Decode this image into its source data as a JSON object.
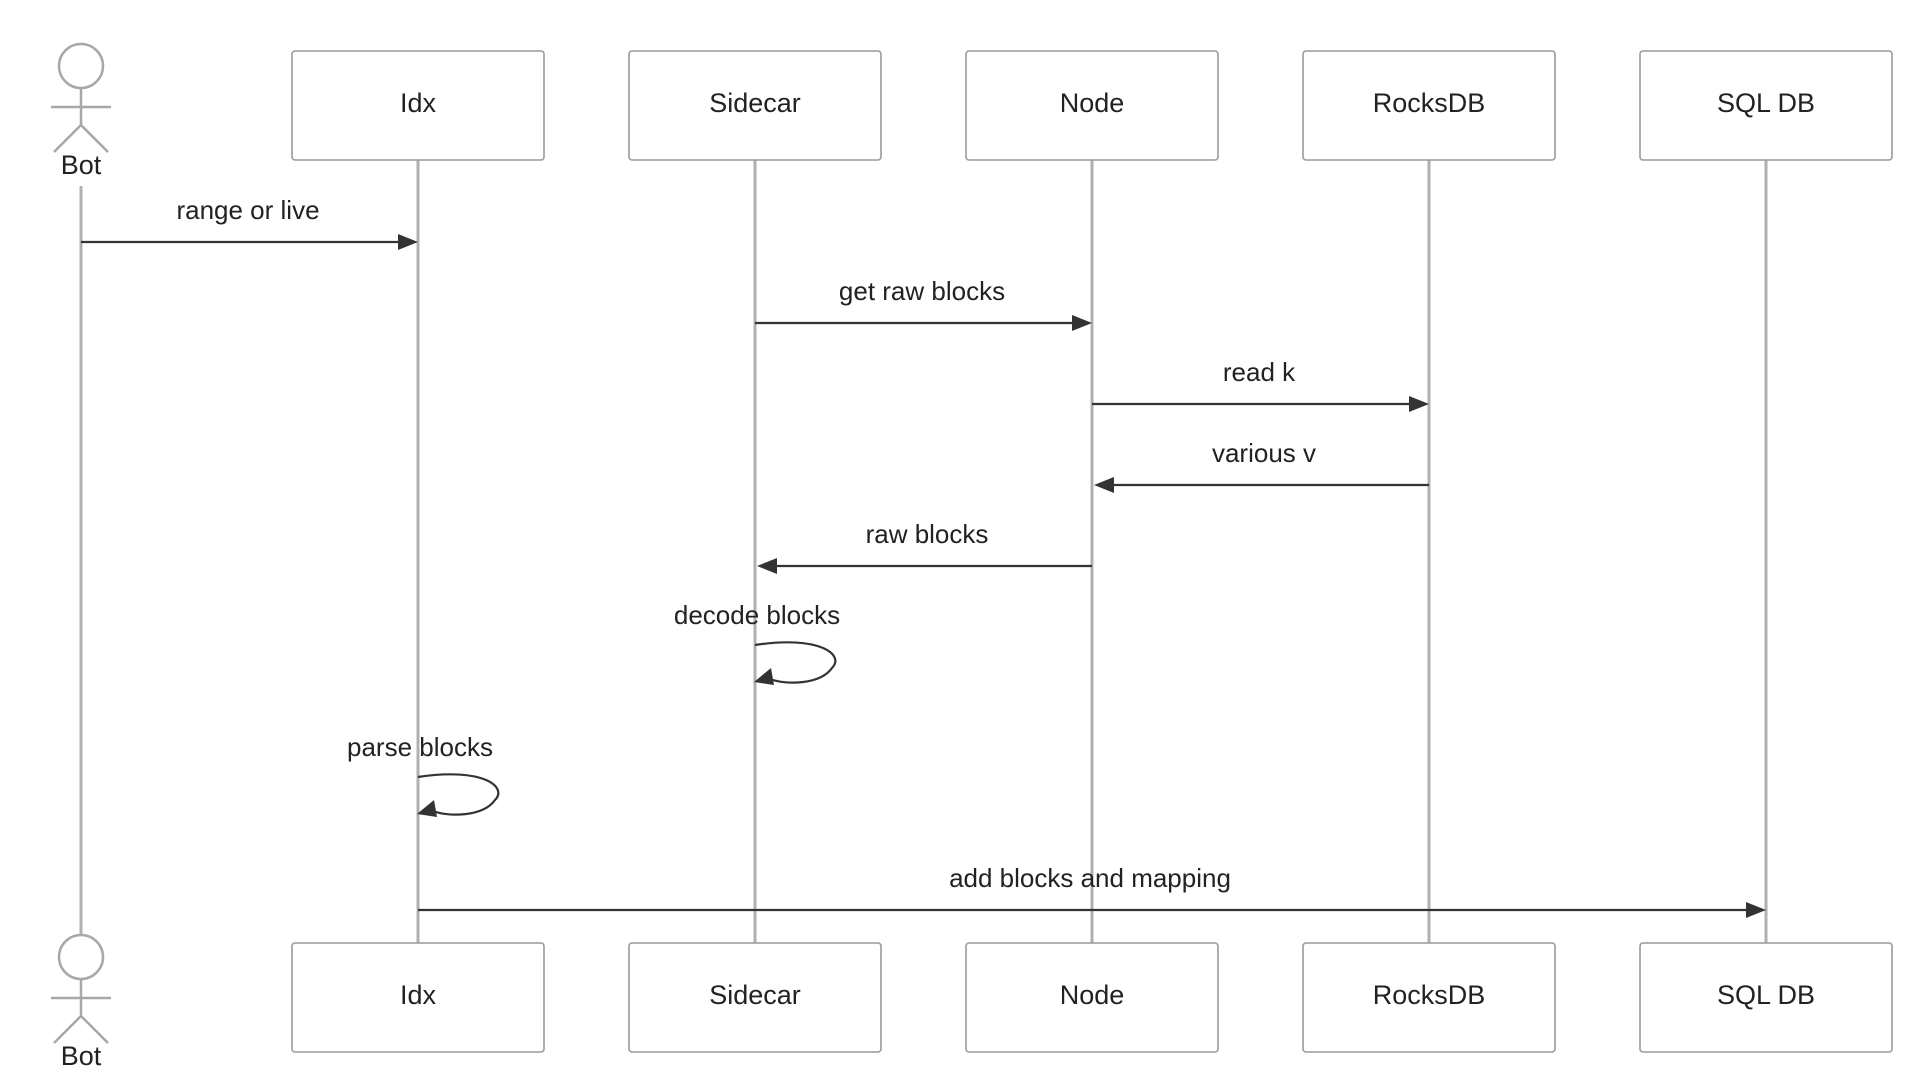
{
  "diagram": {
    "type": "sequence",
    "actors": [
      {
        "id": "bot",
        "label": "Bot",
        "kind": "person"
      },
      {
        "id": "idx",
        "label": "Idx",
        "kind": "participant"
      },
      {
        "id": "sidecar",
        "label": "Sidecar",
        "kind": "participant"
      },
      {
        "id": "node",
        "label": "Node",
        "kind": "participant"
      },
      {
        "id": "rocksdb",
        "label": "RocksDB",
        "kind": "participant"
      },
      {
        "id": "sqldb",
        "label": "SQL DB",
        "kind": "participant"
      }
    ],
    "messages": [
      {
        "id": "range-or-live",
        "from": "bot",
        "to": "idx",
        "label": "range or live"
      },
      {
        "id": "get-raw-blocks",
        "from": "sidecar",
        "to": "node",
        "label": "get raw blocks"
      },
      {
        "id": "read-k",
        "from": "node",
        "to": "rocksdb",
        "label": "read k"
      },
      {
        "id": "various-v",
        "from": "rocksdb",
        "to": "node",
        "label": "various v"
      },
      {
        "id": "raw-blocks",
        "from": "node",
        "to": "sidecar",
        "label": "raw blocks"
      },
      {
        "id": "decode-blocks",
        "from": "sidecar",
        "to": "sidecar",
        "label": "decode blocks"
      },
      {
        "id": "parse-blocks",
        "from": "idx",
        "to": "idx",
        "label": "parse blocks"
      },
      {
        "id": "add-blocks-and-mapping",
        "from": "idx",
        "to": "sqldb",
        "label": "add blocks and mapping"
      }
    ]
  }
}
